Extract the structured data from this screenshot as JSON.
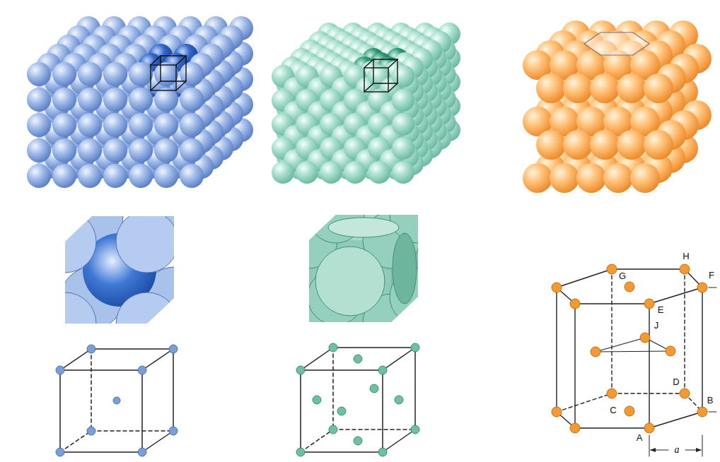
{
  "diagram": {
    "labels": [
      "H",
      "G",
      "F",
      "E",
      "J",
      "D",
      "C",
      "B",
      "A",
      "a"
    ]
  }
}
